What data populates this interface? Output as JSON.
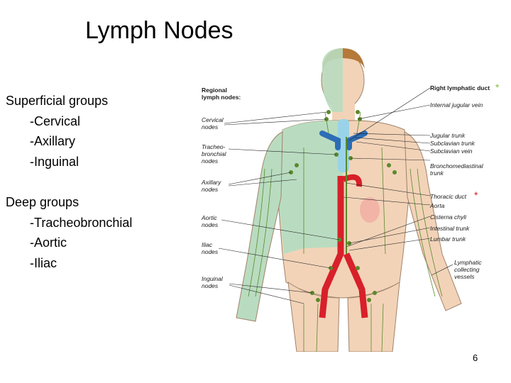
{
  "slide": {
    "title": "Lymph Nodes",
    "superficial": {
      "heading": "Superficial groups",
      "items": [
        "-Cervical",
        "-Axillary",
        "-Inguinal"
      ]
    },
    "deep": {
      "heading": "Deep groups",
      "items": [
        "-Tracheobronchial",
        "-Aortic",
        "-Iliac"
      ]
    },
    "page_number": "6"
  },
  "figure": {
    "left_labels": {
      "regional_1": "Regional",
      "regional_2": "lymph nodes:",
      "cervical_1": "Cervical",
      "cervical_2": "nodes",
      "tracheo_1": "Tracheo-",
      "tracheo_2": "bronchial",
      "tracheo_3": "nodes",
      "axillary_1": "Axillary",
      "axillary_2": "nodes",
      "aortic_1": "Aortic",
      "aortic_2": "nodes",
      "iliac_1": "Iliac",
      "iliac_2": "nodes",
      "inguinal_1": "Inguinal",
      "inguinal_2": "nodes"
    },
    "right_labels": {
      "right_lymphatic_duct": "Right lymphatic duct",
      "internal_jugular_vein": "Internal jugular vein",
      "jugular_trunk": "Jugular trunk",
      "subclavian_trunk": "Subclavian trunk",
      "subclavian_vein": "Subclavian vein",
      "bronchomediastinal_1": "Bronchomediastinal",
      "bronchomediastinal_2": "trunk",
      "thoracic_duct": "Thoracic duct",
      "aorta": "Aorta",
      "cisterna_chyli": "Cisterna chyli",
      "intestinal_trunk": "Intestinal trunk",
      "lumbar_trunk": "Lumbar trunk",
      "lymphatic_1": "Lymphatic",
      "lymphatic_2": "collecting",
      "lymphatic_3": "vessels"
    },
    "colors": {
      "skin": "#f2d3b8",
      "green_region": "#b9dcc0",
      "artery": "#d8202a",
      "vein": "#2d6db5",
      "lymph": "#5a8a2a",
      "trachea": "#9ad3e8",
      "asterisk_green": "#7fbf3f",
      "asterisk_red": "#d8202a"
    }
  }
}
